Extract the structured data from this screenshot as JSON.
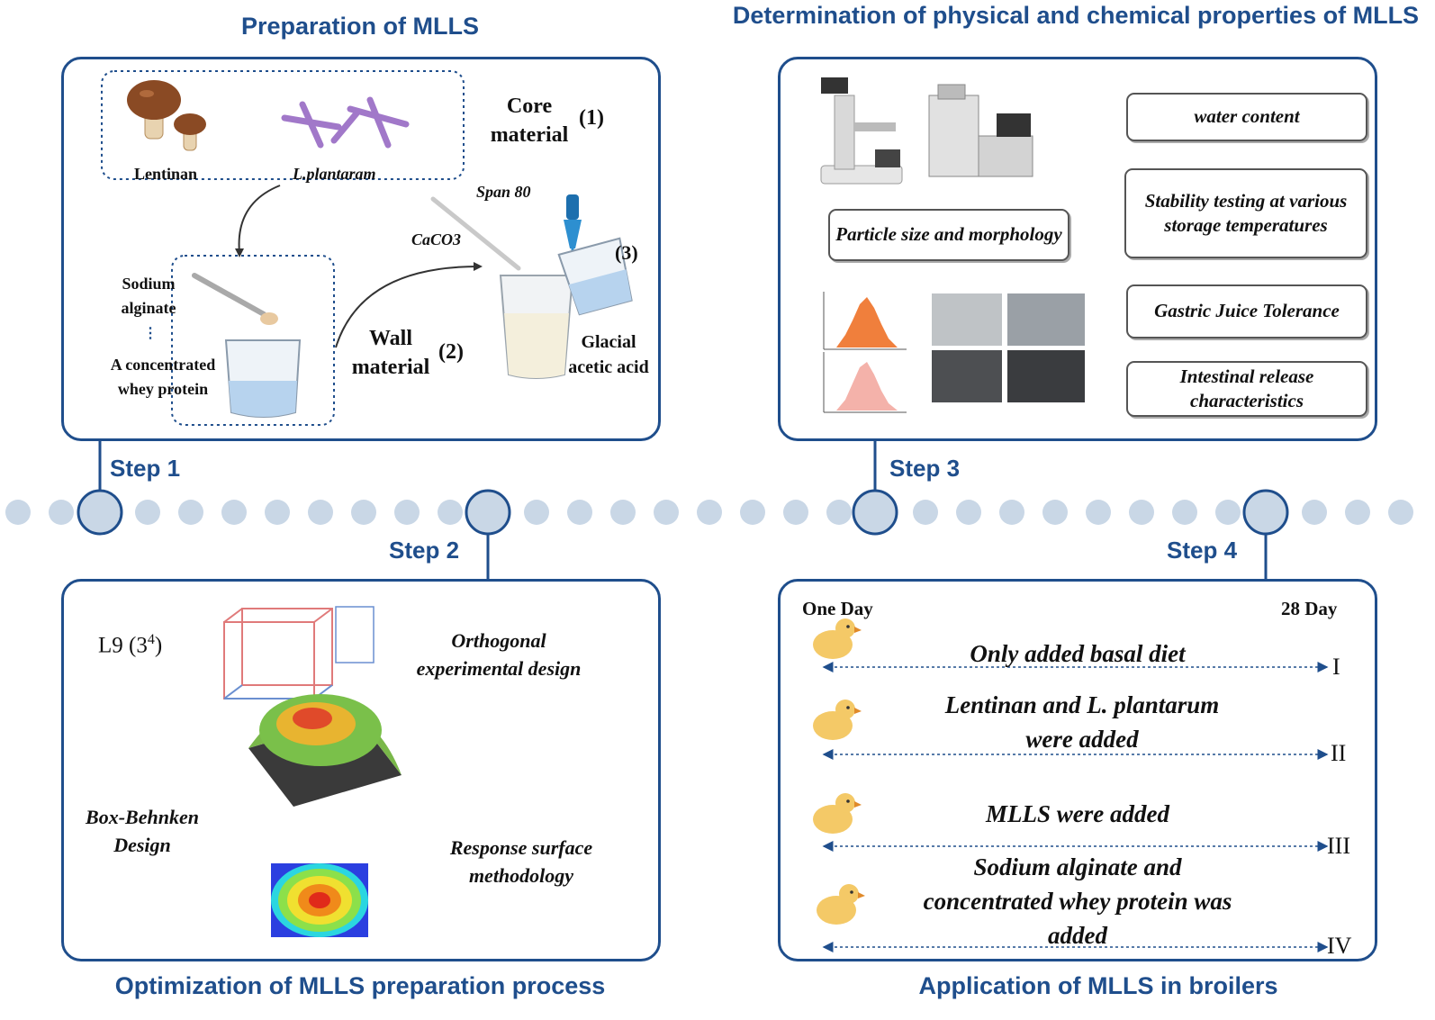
{
  "titles": {
    "preparation": "Preparation of MLLS",
    "determination": "Determination of physical and chemical properties of MLLS",
    "optimization": "Optimization of MLLS preparation process",
    "application": "Application of MLLS in broilers"
  },
  "steps": [
    "Step 1",
    "Step 2",
    "Step 3",
    "Step 4"
  ],
  "prep": {
    "lentinan": "Lentinan",
    "plantarum": "L.plantaram",
    "core": "Core material",
    "core_num": "(1)",
    "sodium_alginate": "Sodium alginate",
    "whey": "A concentrated whey protein",
    "wall": "Wall material",
    "wall_num": "(2)",
    "caco3": "CaCO3",
    "span80": "Span 80",
    "step3_num": "(3)",
    "acetic": "Glacial acetic acid"
  },
  "determination": {
    "particle": "Particle size and morphology",
    "props": [
      "water content",
      "Stability testing at various storage temperatures",
      "Gastric Juice Tolerance",
      "Intestinal release characteristics"
    ]
  },
  "optimization": {
    "l9": "L9 (3",
    "l9_sup": "4",
    "l9_close": ")",
    "orthogonal": "Orthogonal experimental design",
    "bbd": "Box-Behnken Design",
    "rsm": "Response surface methodology"
  },
  "application": {
    "day_start": "One Day",
    "day_end": "28 Day",
    "groups": [
      {
        "label": "Only added basal diet",
        "numeral": "I"
      },
      {
        "label": "Lentinan and L. plantarum were added",
        "numeral": "II"
      },
      {
        "label": "MLLS were added",
        "numeral": "III"
      },
      {
        "label": "Sodium alginate and concentrated whey protein was added",
        "numeral": "IV"
      }
    ]
  },
  "colors": {
    "accent": "#1f4e8c",
    "timeline_dot": "#c9d7e6"
  }
}
